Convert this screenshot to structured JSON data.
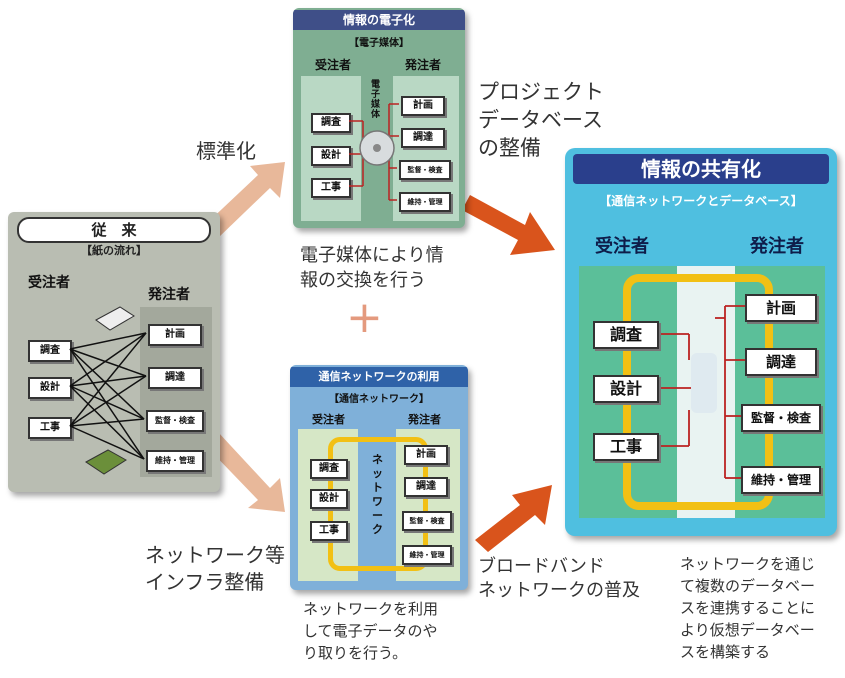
{
  "labels": {
    "standardization": "標準化",
    "project_db": "プロジェクト\nデータベース\nの整備",
    "network_infra": "ネットワーク等\nインフラ整備",
    "broadband": "ブロードバンド\nネットワークの普及",
    "plus": "+"
  },
  "captions": {
    "electronic": "電子媒体により情\n報の交換を行う",
    "network": "ネットワークを利用\nして電子データのや\nり取りを行う。",
    "shared": "ネットワークを通じ\nて複数のデータベー\nスを連携することに\nより仮想データベー\nスを構築する"
  },
  "panel_conventional": {
    "title": "従　来",
    "subtitle": "【紙の流れ】",
    "contractor": "受注者",
    "client": "発注者",
    "left_boxes": [
      "調査",
      "設計",
      "工事"
    ],
    "right_boxes": [
      "計画",
      "調達",
      "監督・検査",
      "維持・管理"
    ]
  },
  "panel_electronic": {
    "title": "情報の電子化",
    "subtitle": "【電子媒体】",
    "contractor": "受注者",
    "client": "発注者",
    "media_label": "電子媒体",
    "left_boxes": [
      "調査",
      "設計",
      "工事"
    ],
    "right_boxes": [
      "計画",
      "調達",
      "監督・検査",
      "維持・管理"
    ]
  },
  "panel_network": {
    "title": "通信ネットワークの利用",
    "subtitle": "【通信ネットワーク】",
    "contractor": "受注者",
    "client": "発注者",
    "network_label": "ネットワーク",
    "left_boxes": [
      "調査",
      "設計",
      "工事"
    ],
    "right_boxes": [
      "計画",
      "調達",
      "監督・検査",
      "維持・管理"
    ]
  },
  "panel_shared": {
    "title": "情報の共有化",
    "subtitle": "【通信ネットワークとデータベース】",
    "contractor": "受注者",
    "client": "発注者",
    "left_boxes": [
      "調査",
      "設計",
      "工事"
    ],
    "right_boxes": [
      "計画",
      "調達",
      "監督・検査",
      "維持・管理"
    ]
  },
  "colors": {
    "arrow_light": "#e8b89a",
    "arrow_dark": "#d9541c",
    "network_loop": "#f2c014",
    "shared_title_bg": "#2a3f8c"
  }
}
